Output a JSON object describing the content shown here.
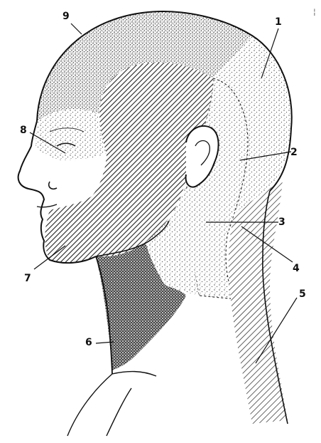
{
  "labels": [
    "1",
    "2",
    "3",
    "4",
    "5",
    "6",
    "7",
    "8",
    "9"
  ],
  "corner_mark": "¦",
  "colors": {
    "ink": "#111111",
    "stipple": "#333333",
    "paper": "#ffffff"
  }
}
